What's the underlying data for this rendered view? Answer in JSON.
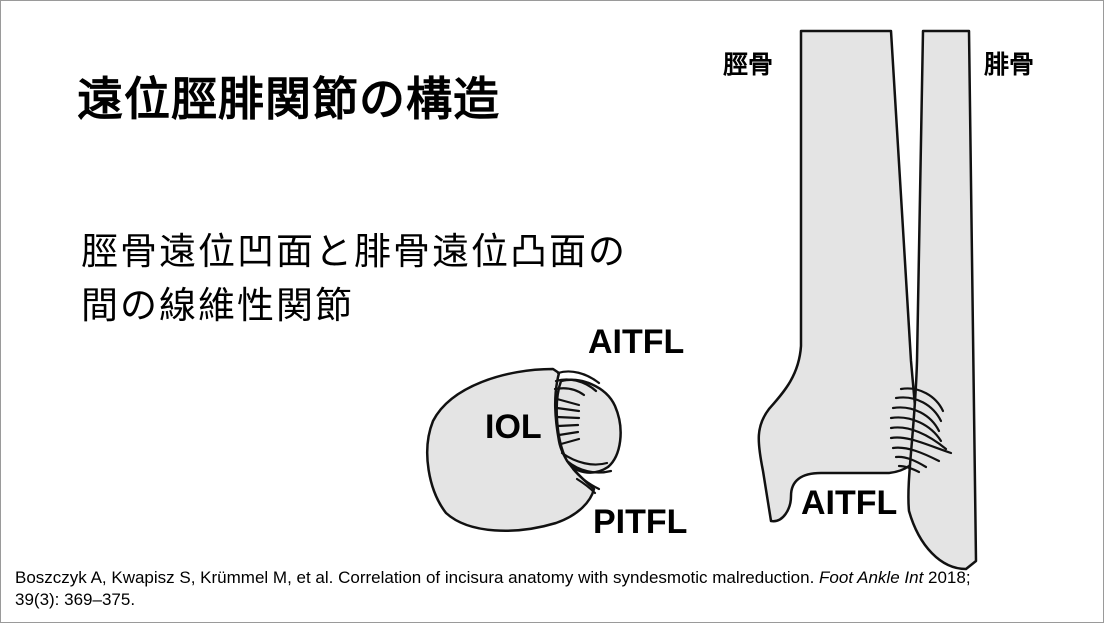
{
  "slide": {
    "title": "遠位脛腓関節の構造",
    "body_lines": [
      "脛骨遠位凹面と腓骨遠位凸面の",
      "間の線維性関節"
    ]
  },
  "labels": {
    "tibia": "脛骨",
    "fibula": "腓骨",
    "aitfl_top": "AITFL",
    "iol": "IOL",
    "pitfl": "PITFL",
    "aitfl_bottom": "AITFL"
  },
  "citation": {
    "prefix": "Boszczyk A, Kwapisz S, Krümmel M, et al. Correlation of incisura anatomy with syndesmotic malreduction. ",
    "journal": "Foot Ankle Int",
    "suffix": " 2018;",
    "line2": "39(3): 369–375."
  },
  "colors": {
    "bone_fill": "#e4e4e4",
    "outline": "#111111"
  }
}
